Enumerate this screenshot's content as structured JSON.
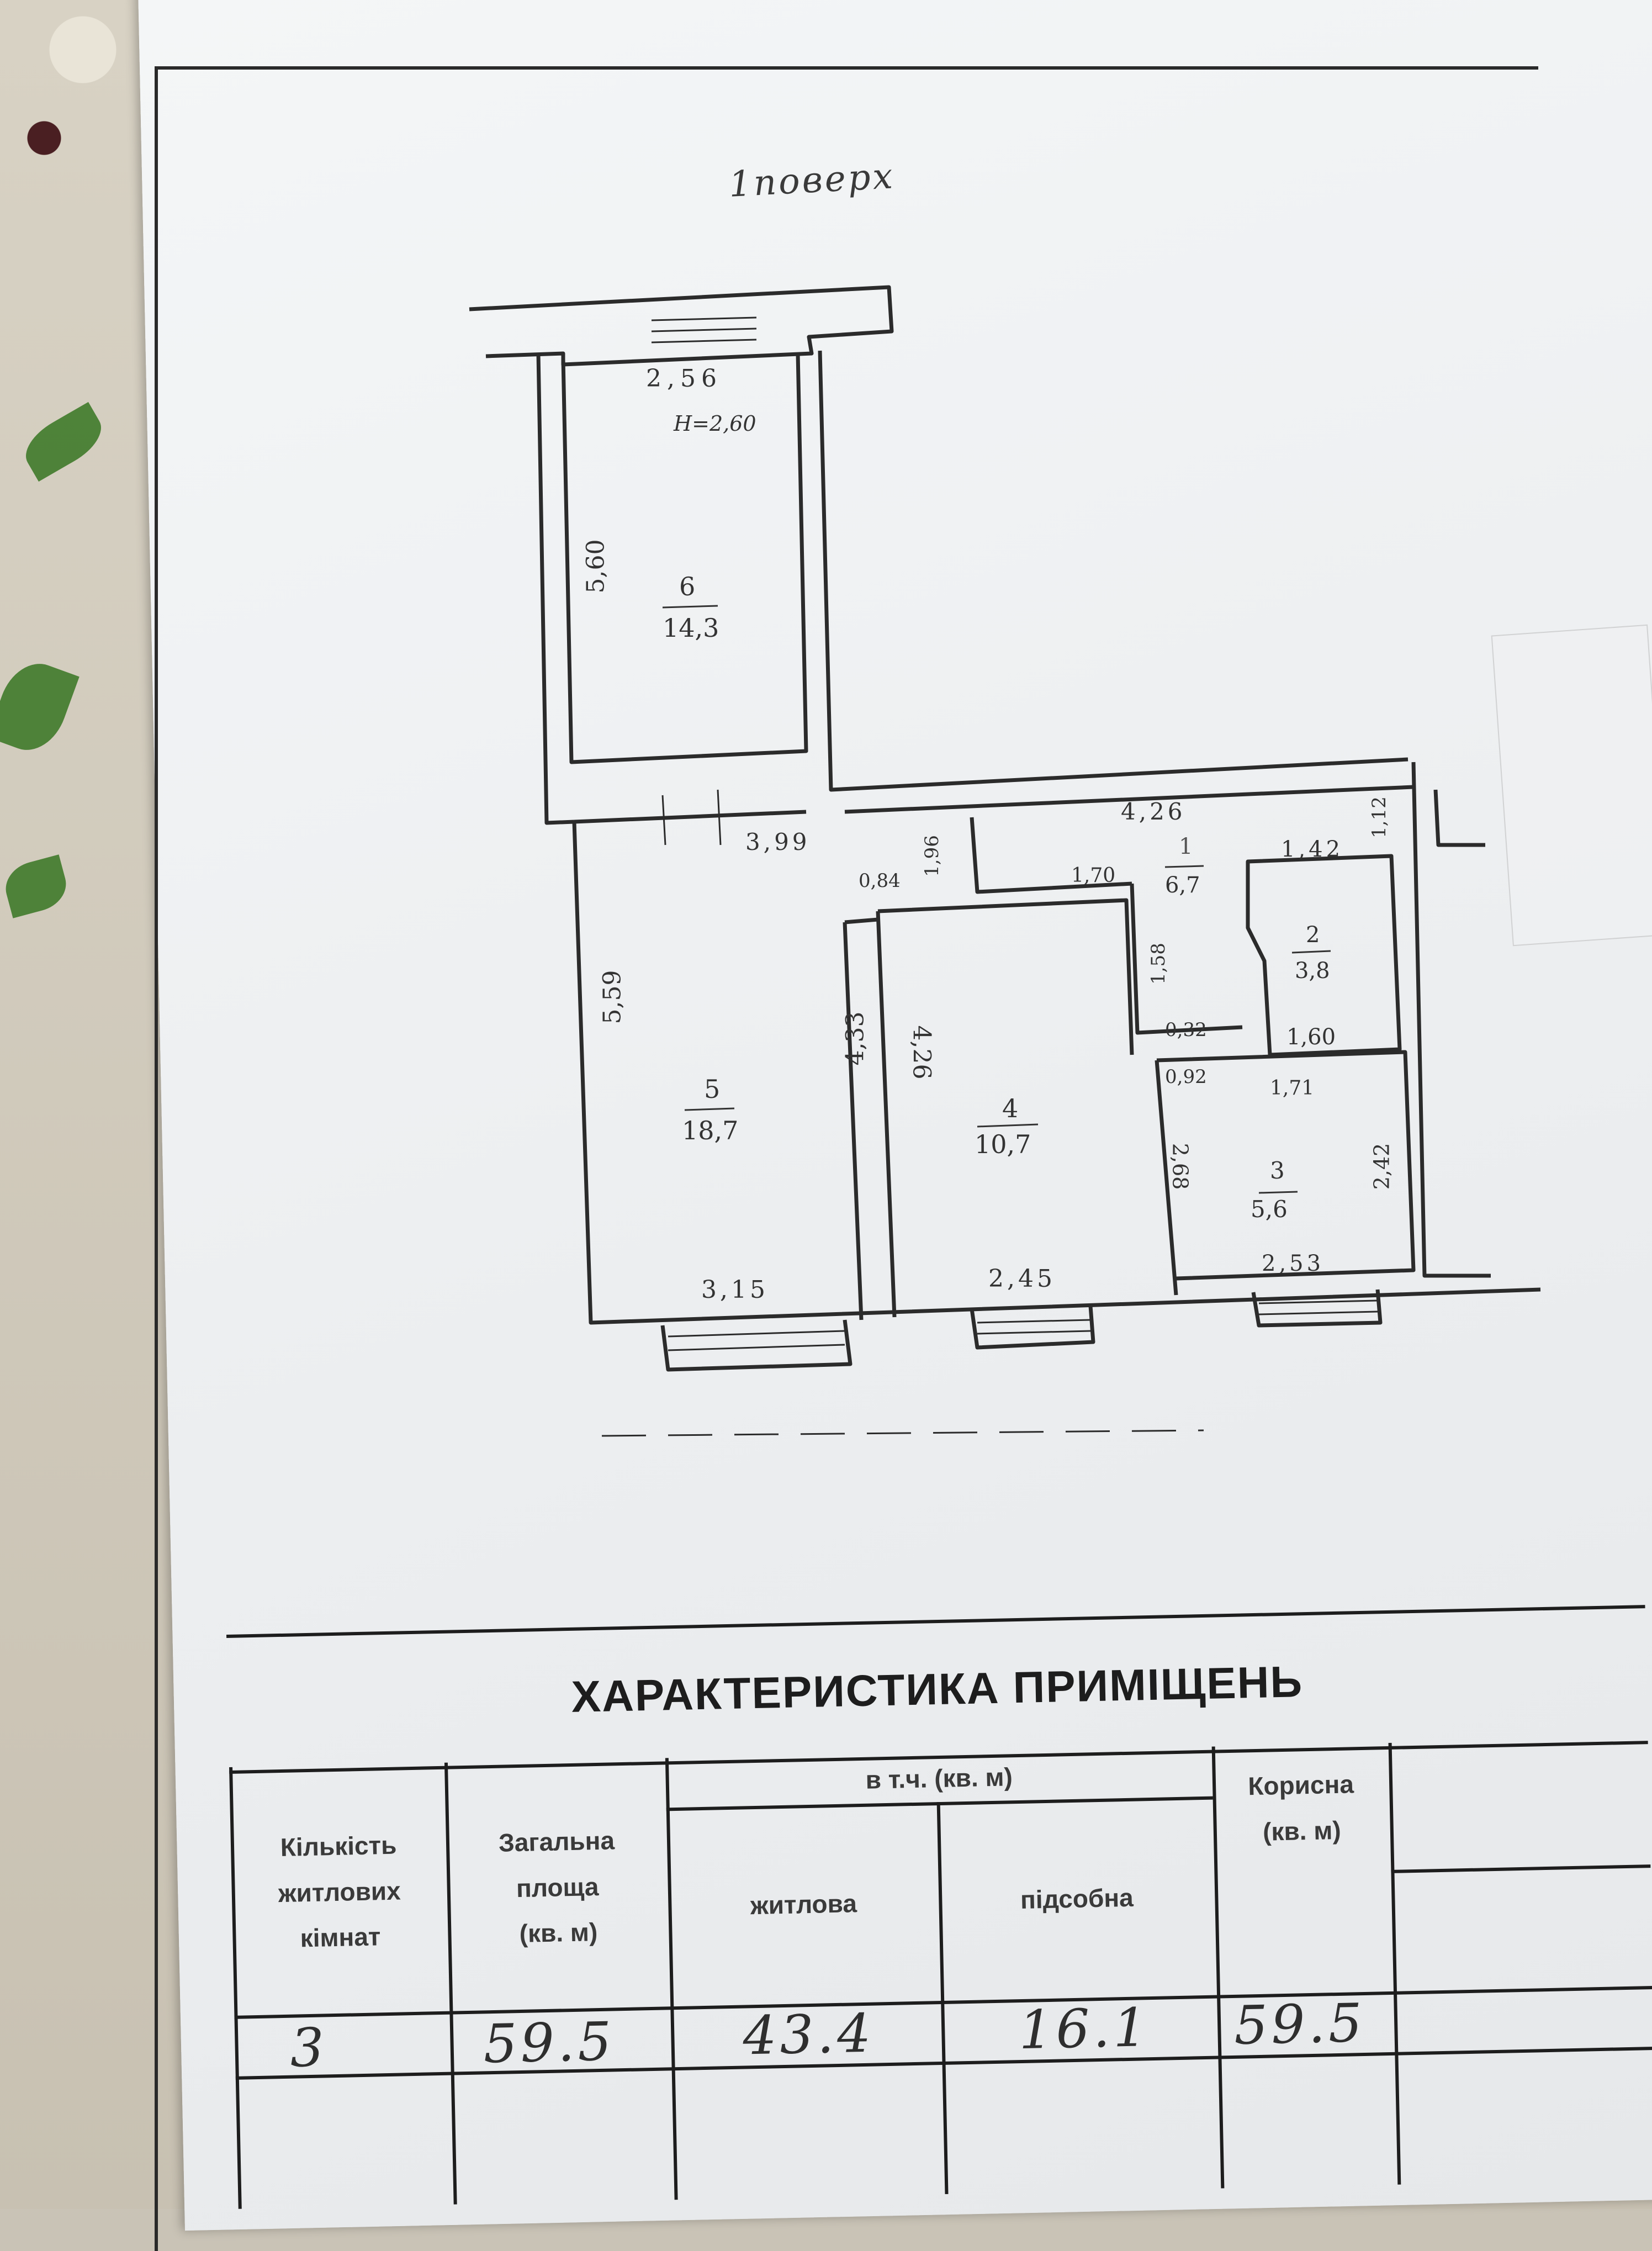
{
  "floor_note": "1поверх",
  "rooms": [
    {
      "num": "6",
      "area": "14,3"
    },
    {
      "num": "5",
      "area": "18,7"
    },
    {
      "num": "4",
      "area": "10,7"
    },
    {
      "num": "1",
      "area": "6,7"
    },
    {
      "num": "2",
      "area": "3,8"
    },
    {
      "num": "3",
      "area": "5,6"
    }
  ],
  "dimensions": {
    "d256": "2,56",
    "h": "H=2,60",
    "d560": "5,60",
    "d399": "3,99",
    "d096": "1,96",
    "d084": "0,84",
    "d170": "1,70",
    "d426top": "4,26",
    "d142": "1,42",
    "d112": "1,12",
    "d559": "5,59",
    "d433": "4,33",
    "d426": "4,26",
    "d158": "1,58",
    "d032": "0,32",
    "d160": "1,60",
    "d092": "0,92",
    "d171": "1,71",
    "d268": "2,68",
    "d242": "2,42",
    "d315": "3,15",
    "d245": "2,45",
    "d253": "2,53"
  },
  "table": {
    "title": "ХАРАКТЕРИСТИКА ПРИМІЩЕНЬ",
    "col_rooms": [
      "Кількість",
      "житлових",
      "кімнат"
    ],
    "col_total": [
      "Загальна",
      "площа",
      "(кв. м)"
    ],
    "col_incl": "в т.ч. (кв. м)",
    "col_living": "житлова",
    "col_aux": "підсобна",
    "col_useful": [
      "Корисна",
      "(кв. м)"
    ],
    "values": {
      "rooms": "3",
      "total": "59.5",
      "living": "43.4",
      "aux": "16.1",
      "useful": "59.5"
    }
  }
}
